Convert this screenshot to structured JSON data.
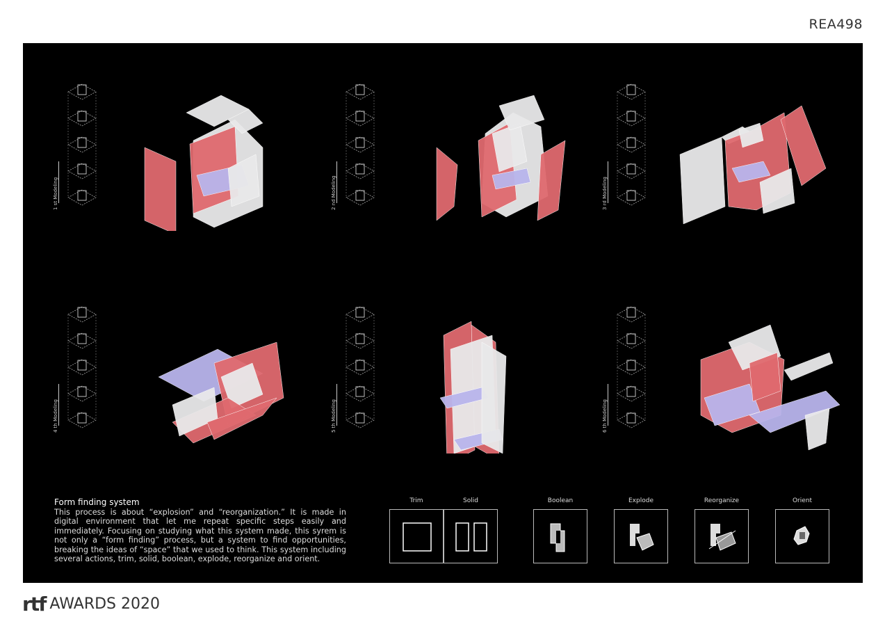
{
  "header": {
    "code": "REA498"
  },
  "models": [
    {
      "label": "1 st Modeling"
    },
    {
      "label": "2 nd Modeling"
    },
    {
      "label": "3 rd Modeling"
    },
    {
      "label": "4 th Modeling"
    },
    {
      "label": "5 th Modeling"
    },
    {
      "label": "6 th Modeling"
    }
  ],
  "description": {
    "title": "Form finding system",
    "body": "This process is about “explosion” and “reorganization.” It is made in digital environment that  let me repeat  specific steps easily and immediately. Focusing on studying  what this system made, this syrem is not only a “form finding” process, but a system to find opportunities, breaking the ideas of “space” that we used to think.  This system including several actions, trim,  solid, boolean, explode, reorganize and orient."
  },
  "operations": [
    {
      "label": "Trim"
    },
    {
      "label": "Solid"
    },
    {
      "label": "Boolean"
    },
    {
      "label": "Explode"
    },
    {
      "label": "Reorganize"
    },
    {
      "label": "Orient"
    }
  ],
  "footer": {
    "logo": "rtf",
    "awards": "AWARDS 2020"
  },
  "colors": {
    "red": "#e06a6f",
    "white": "#e9e9ea",
    "lavender": "#b9b5ec",
    "board": "#000000"
  }
}
